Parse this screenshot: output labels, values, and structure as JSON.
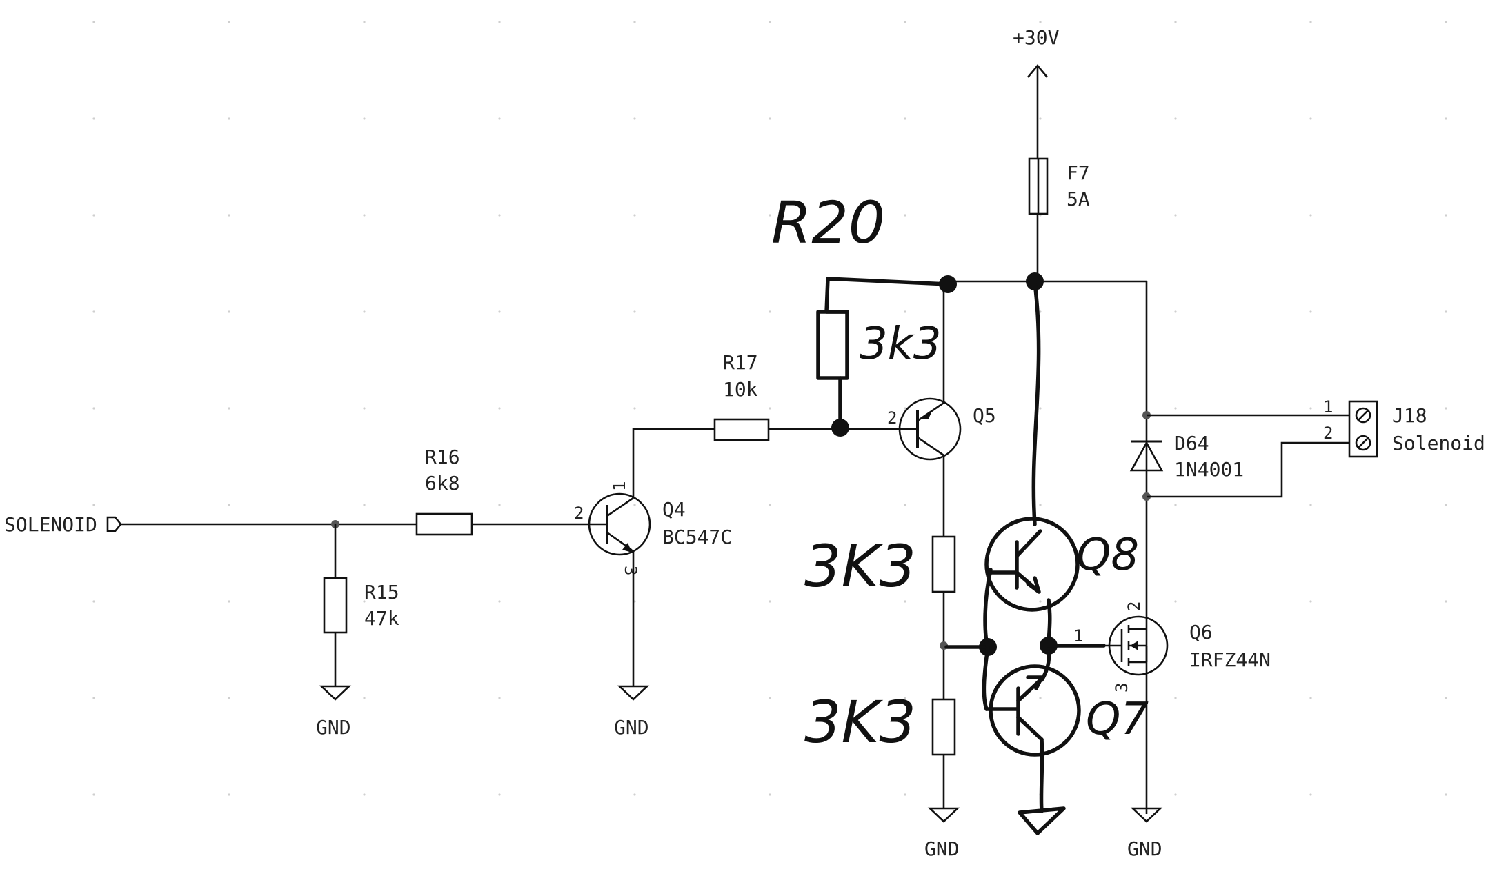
{
  "supply": {
    "label": "+30V"
  },
  "input": {
    "label": "SOLENOID"
  },
  "ground_label": "GND",
  "components": {
    "r15": {
      "ref": "R15",
      "value": "47k"
    },
    "r16": {
      "ref": "R16",
      "value": "6k8"
    },
    "r17": {
      "ref": "R17",
      "value": "10k"
    },
    "q4": {
      "ref": "Q4",
      "value": "BC547C",
      "pins": {
        "base": "2",
        "collector": "1",
        "emitter": "3"
      }
    },
    "q5": {
      "ref": "Q5",
      "pins": {
        "base": "2"
      }
    },
    "f7": {
      "ref": "F7",
      "value": "5A"
    },
    "d64": {
      "ref": "D64",
      "value": "1N4001"
    },
    "q6": {
      "ref": "Q6",
      "value": "IRFZ44N",
      "pins": {
        "gate": "1",
        "drain": "2",
        "source": "3"
      }
    },
    "j18": {
      "ref": "J18",
      "value": "Solenoid",
      "pins": [
        "1",
        "2"
      ]
    }
  },
  "handwritten": {
    "r20_label": "R20",
    "r20_value": "3k3",
    "rtop_value": "3K3",
    "rbot_value": "3K3",
    "q8_label": "Q8",
    "q7_label": "Q7"
  }
}
